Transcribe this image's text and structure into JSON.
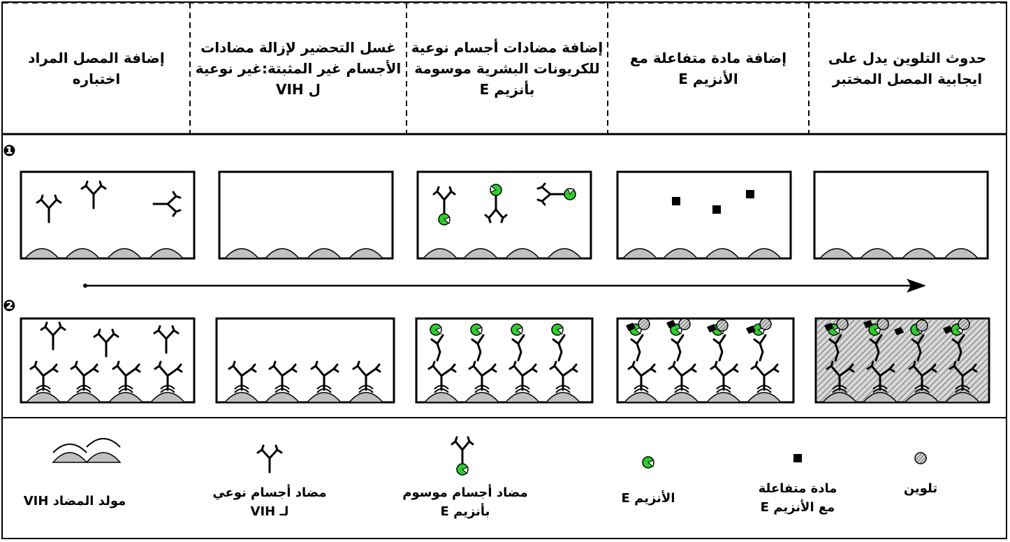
{
  "headers": [
    "حدوث التلوين يدل على ايجابية المصل المختبر",
    "إضافة مادة متفاعلة مع الأنزيم E",
    "إضافة مضادات أجسام نوعية للكريونات البشرية موسومة بأنزيم E",
    "غسل التحضير لإزالة مضادات الأجسام غير المثبتة:غير نوعية ل VIH",
    "إضافة المصل المراد اختباره"
  ],
  "rows": {
    "row1_marker": "❶",
    "row2_marker": "❷"
  },
  "legend": [
    {
      "line1": "تلوين",
      "line2": ""
    },
    {
      "line1": "مادة متفاعلة",
      "line2": "مع الأنزيم E"
    },
    {
      "line1": "الأنزيم E",
      "line2": ""
    },
    {
      "line1": "مضاد أجسام موسوم",
      "line2": "بأنزيم E"
    },
    {
      "line1": "مضاد أجسام نوعي",
      "line2": "لـ VIH"
    },
    {
      "line1": "مولد المضاد VIH",
      "line2": ""
    }
  ],
  "colors": {
    "enzyme": "#2ecc2e",
    "antigen": "#c0c0c0",
    "stain": "#9a9a9a"
  }
}
